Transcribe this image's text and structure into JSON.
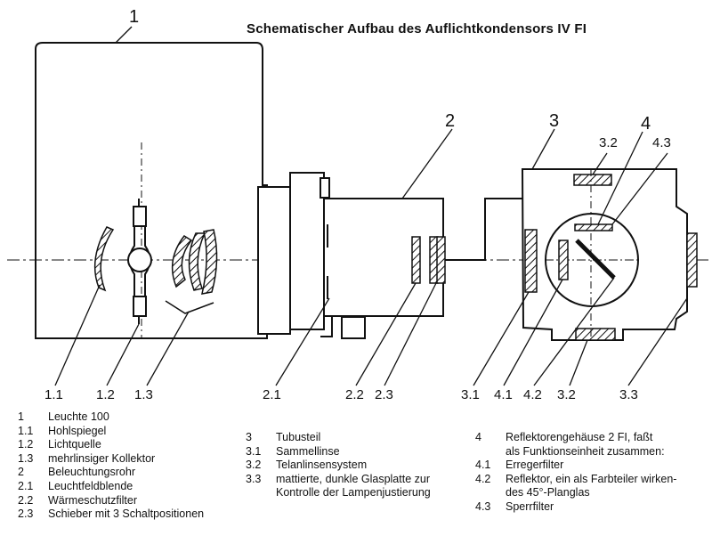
{
  "title": "Schematischer Aufbau des Auflichtkondensors IV FI",
  "callouts": {
    "c1": "1",
    "c2": "2",
    "c3": "3",
    "c4": "4",
    "c3_2_top": "3.2",
    "c4_3_top": "4.3",
    "c1_1": "1.1",
    "c1_2": "1.2",
    "c1_3": "1.3",
    "c2_1": "2.1",
    "c2_2": "2.2",
    "c2_3": "2.3",
    "c3_1": "3.1",
    "c4_1": "4.1",
    "c4_2": "4.2",
    "c3_2_bottom": "3.2",
    "c3_3": "3.3"
  },
  "legend": {
    "col1": [
      {
        "num": "1",
        "text": "Leuchte 100"
      },
      {
        "num": "1.1",
        "text": "Hohlspiegel"
      },
      {
        "num": "1.2",
        "text": "Lichtquelle"
      },
      {
        "num": "1.3",
        "text": "mehrlinsiger Kollektor"
      },
      {
        "num": "2",
        "text": "Beleuchtungsrohr"
      },
      {
        "num": "2.1",
        "text": "Leuchtfeldblende"
      },
      {
        "num": "2.2",
        "text": "Wärmeschutzfilter"
      },
      {
        "num": "2.3",
        "text": "Schieber mit 3 Schaltpositionen"
      }
    ],
    "col2": [
      {
        "num": "3",
        "text": "Tubusteil"
      },
      {
        "num": "3.1",
        "text": "Sammellinse"
      },
      {
        "num": "3.2",
        "text": "Telanlinsensystem"
      },
      {
        "num": "3.3",
        "text": "mattierte, dunkle Glasplatte zur"
      },
      {
        "num": "",
        "text": "Kontrolle der Lampenjustierung"
      }
    ],
    "col3": [
      {
        "num": "4",
        "text": "Reflektorengehäuse 2 FI, faßt"
      },
      {
        "num": "",
        "text": "als Funktionseinheit zusammen:"
      },
      {
        "num": "4.1",
        "text": "Erregerfilter"
      },
      {
        "num": "4.2",
        "text": "Reflektor, ein als Farbteiler wirken-"
      },
      {
        "num": "",
        "text": "des 45°-Planglas"
      },
      {
        "num": "4.3",
        "text": "Sperrfilter"
      }
    ]
  }
}
